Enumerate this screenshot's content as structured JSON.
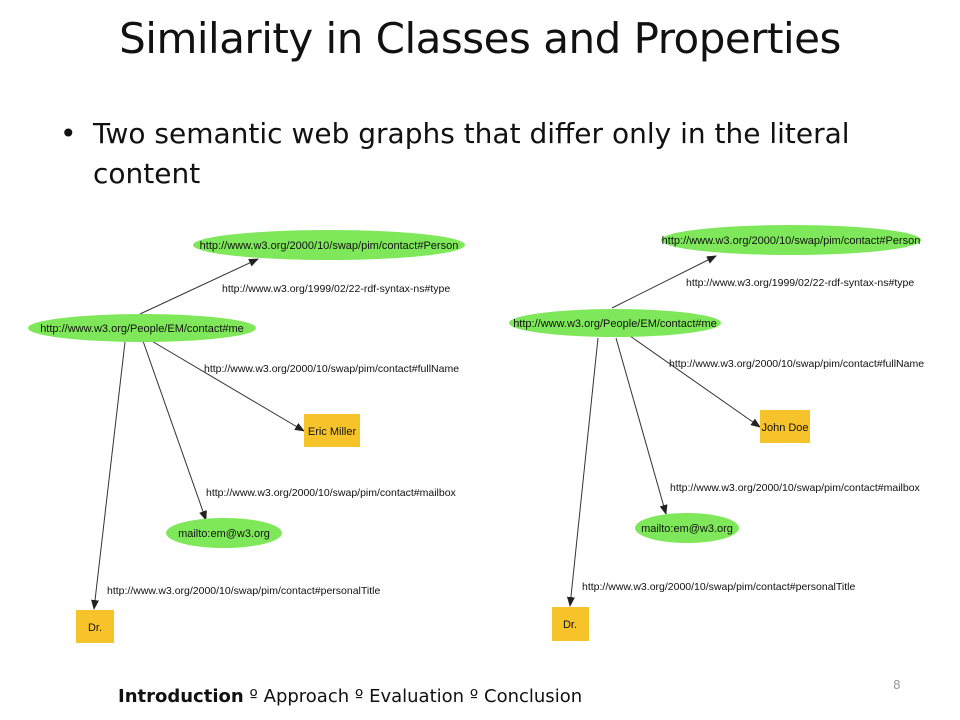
{
  "slide": {
    "title": "Similarity in Classes and Properties",
    "bullet": "Two semantic web graphs that differ only in the literal content",
    "page_number": "8"
  },
  "footer": {
    "items": [
      "Introduction",
      "Approach",
      "Evaluation",
      "Conclusion"
    ],
    "separator": " º ",
    "active": "Introduction"
  },
  "colors": {
    "resource_node": "#7ee85a",
    "literal_node": "#f6c42a",
    "edge": "#333333"
  },
  "graphs": [
    {
      "name": "left",
      "nodes": {
        "subject": "http://www.w3.org/People/EM/contact#me",
        "type": "http://www.w3.org/2000/10/swap/pim/contact#Person",
        "fullname": "Eric Miller",
        "mailbox": "mailto:em@w3.org",
        "title": "Dr."
      },
      "edges": {
        "type": "http://www.w3.org/1999/02/22-rdf-syntax-ns#type",
        "fullname": "http://www.w3.org/2000/10/swap/pim/contact#fullName",
        "mailbox": "http://www.w3.org/2000/10/swap/pim/contact#mailbox",
        "title": "http://www.w3.org/2000/10/swap/pim/contact#personalTitle"
      }
    },
    {
      "name": "right",
      "nodes": {
        "subject": "http://www.w3.org/People/EM/contact#me",
        "type": "http://www.w3.org/2000/10/swap/pim/contact#Person",
        "fullname": "John Doe",
        "mailbox": "mailto:em@w3.org",
        "title": "Dr."
      },
      "edges": {
        "type": "http://www.w3.org/1999/02/22-rdf-syntax-ns#type",
        "fullname": "http://www.w3.org/2000/10/swap/pim/contact#fullName",
        "mailbox": "http://www.w3.org/2000/10/swap/pim/contact#mailbox",
        "title": "http://www.w3.org/2000/10/swap/pim/contact#personalTitle"
      }
    }
  ]
}
